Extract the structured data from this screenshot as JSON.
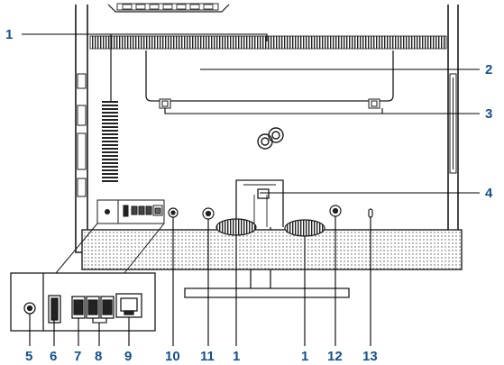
{
  "colors": {
    "callout_number": "#15508a",
    "callout_line": "#000000",
    "outline": "#1a1a1a"
  },
  "callouts": {
    "c1_top": "1",
    "c2": "2",
    "c3": "3",
    "c4": "4",
    "c5": "5",
    "c6": "6",
    "c7": "7",
    "c8": "8",
    "c9": "9",
    "c10": "10",
    "c11": "11",
    "c1_bottom_left": "1",
    "c1_bottom_right": "1",
    "c12": "12",
    "c13": "13"
  },
  "parts": {
    "vent_grille": "vent-grille",
    "rear_cover": "rear-cover",
    "cover_latches": "cover-latches",
    "stand": "stand",
    "logo": "fujitsu-logo-icon"
  }
}
